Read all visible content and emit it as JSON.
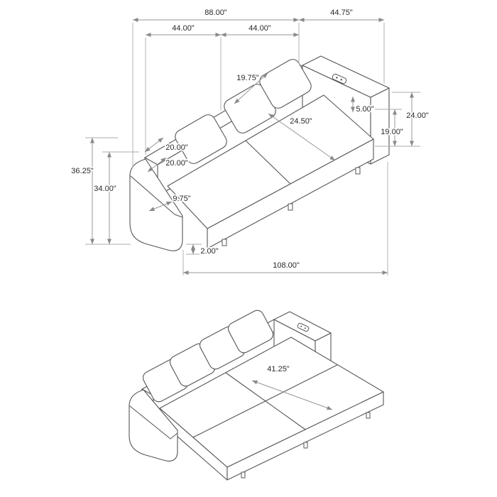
{
  "diagram": {
    "background_color": "#ffffff",
    "drawing_line_color": "#565656",
    "dimension_line_color": "#979797",
    "text_color": "#2a2a2a"
  },
  "icons": {
    "usb_port": "usb-power-outlet-on-armrest"
  },
  "top_view": {
    "overall_width": "88.00\"",
    "chaise_section_width": "44.75\"",
    "left_seat_width": "44.00\"",
    "right_seat_width": "44.00\"",
    "back_cushion_width": "19.75\"",
    "power_panel_height": "5.00\"",
    "arm_height": "24.00\"",
    "seat_height": "19.00\"",
    "seat_depth": "24.50\"",
    "pillow_width": "20.00\"",
    "pillow_height": "20.00\"",
    "overall_height": "36.25\"",
    "back_height": "34.00\"",
    "arm_width": "9.75\"",
    "leg_height": "2.00\"",
    "overall_depth": "108.00\""
  },
  "bottom_view": {
    "sleeper_depth": "41.25\""
  }
}
